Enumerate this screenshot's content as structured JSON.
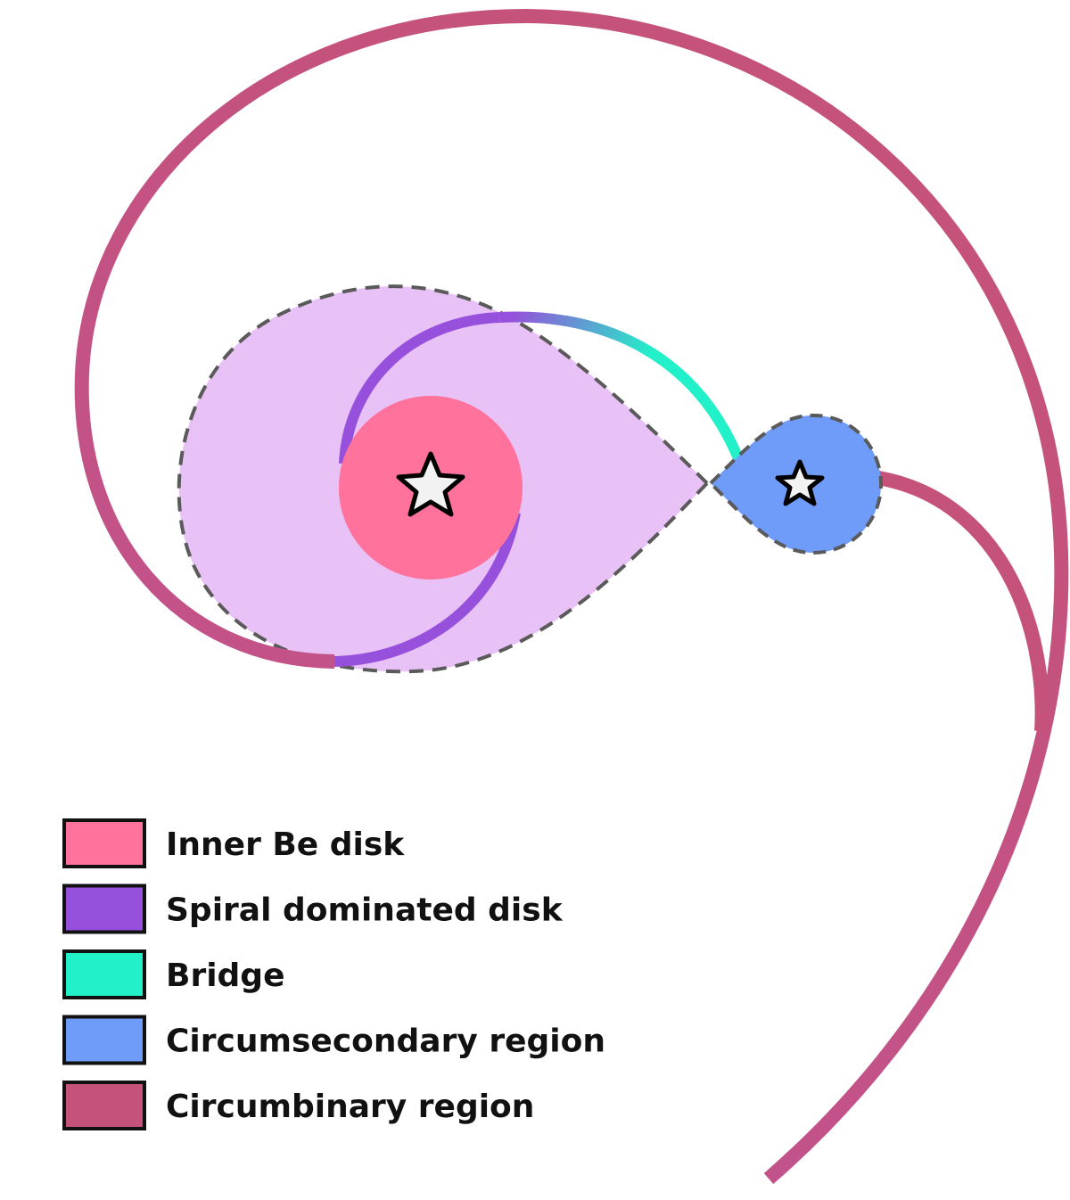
{
  "legend": {
    "items": [
      {
        "label": "Inner Be disk",
        "color": "#fe729b"
      },
      {
        "label": "Spiral dominated disk",
        "color": "#9650db"
      },
      {
        "label": "Bridge",
        "color": "#22f0c8"
      },
      {
        "label": "Circumsecondary region",
        "color": "#709cf9"
      },
      {
        "label": "Circumbinary region",
        "color": "#c5527a"
      }
    ]
  },
  "colors": {
    "roche_lobe_fill": "#e8c2f6",
    "roche_lobe_outline": "#5a5a5a",
    "star_fill": "#f2f2f2",
    "star_outline": "#000000"
  },
  "icons": {
    "primary_star": "star-icon",
    "secondary_star": "star-icon"
  }
}
